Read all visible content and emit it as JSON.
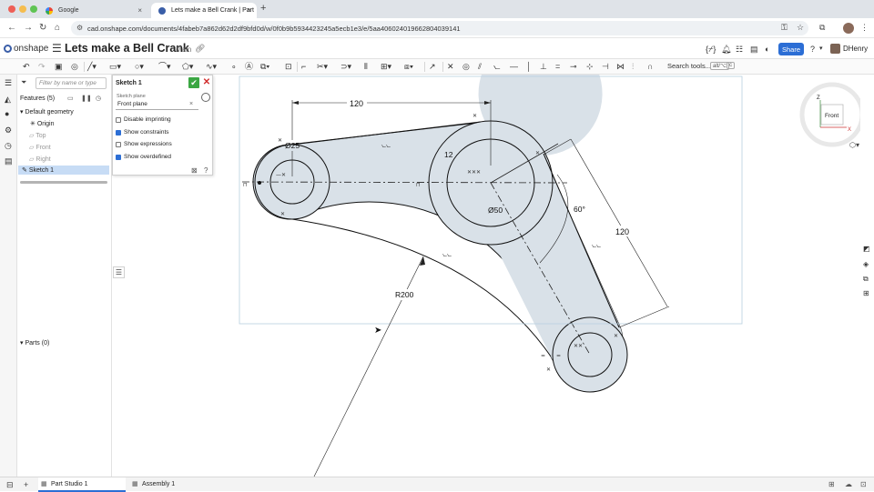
{
  "browser": {
    "tabs": [
      {
        "title": "Google",
        "close": "×"
      },
      {
        "title": "Lets make a Bell Crank | Part",
        "close": "×"
      }
    ],
    "new_tab": "+",
    "url": "cad.onshape.com/documents/4fabeb7a862d62d2df9bfd0d/w/0f0b9b5934423245a5ecb1e3/e/5aa406024019662804039141",
    "colors": {
      "close": "#ee5f57",
      "minimize": "#f5bd4f",
      "maximize": "#5fc454"
    }
  },
  "onshape": {
    "logo": "onshape",
    "document_title": "Lets make a Bell Crank",
    "branch": "Main",
    "share_label": "Share",
    "user_name": "DHenry",
    "search_tools": "Search tools...",
    "search_kbd_1": "alt/⌥",
    "search_kbd_2": "c",
    "accent": "#2c6ed5"
  },
  "feature_tree": {
    "filter_placeholder": "Filter by name or type",
    "features_header": "Features (5)",
    "default_geometry": "Default geometry",
    "items": [
      "Origin",
      "Top",
      "Front",
      "Right"
    ],
    "sketch": "Sketch 1",
    "parts_header": "Parts (0)"
  },
  "sketch_dialog": {
    "title": "Sketch 1",
    "plane_label": "Sketch plane",
    "plane_value": "Front plane",
    "options": [
      {
        "label": "Disable imprinting",
        "checked": false
      },
      {
        "label": "Show constraints",
        "checked": true
      },
      {
        "label": "Show expressions",
        "checked": false
      },
      {
        "label": "Show overdefined",
        "checked": true
      }
    ]
  },
  "view_cube": {
    "face": "Front",
    "axis_z": "Z",
    "axis_x": "X"
  },
  "dimensions": {
    "top_length": "120",
    "left_dia": "Ø25",
    "center_dia": "Ø50",
    "radius_small": "12",
    "angle": "60°",
    "arm_length": "120",
    "arc_radius": "R200"
  },
  "bottom_tabs": {
    "part_studio": "Part Studio 1",
    "assembly": "Assembly 1"
  }
}
